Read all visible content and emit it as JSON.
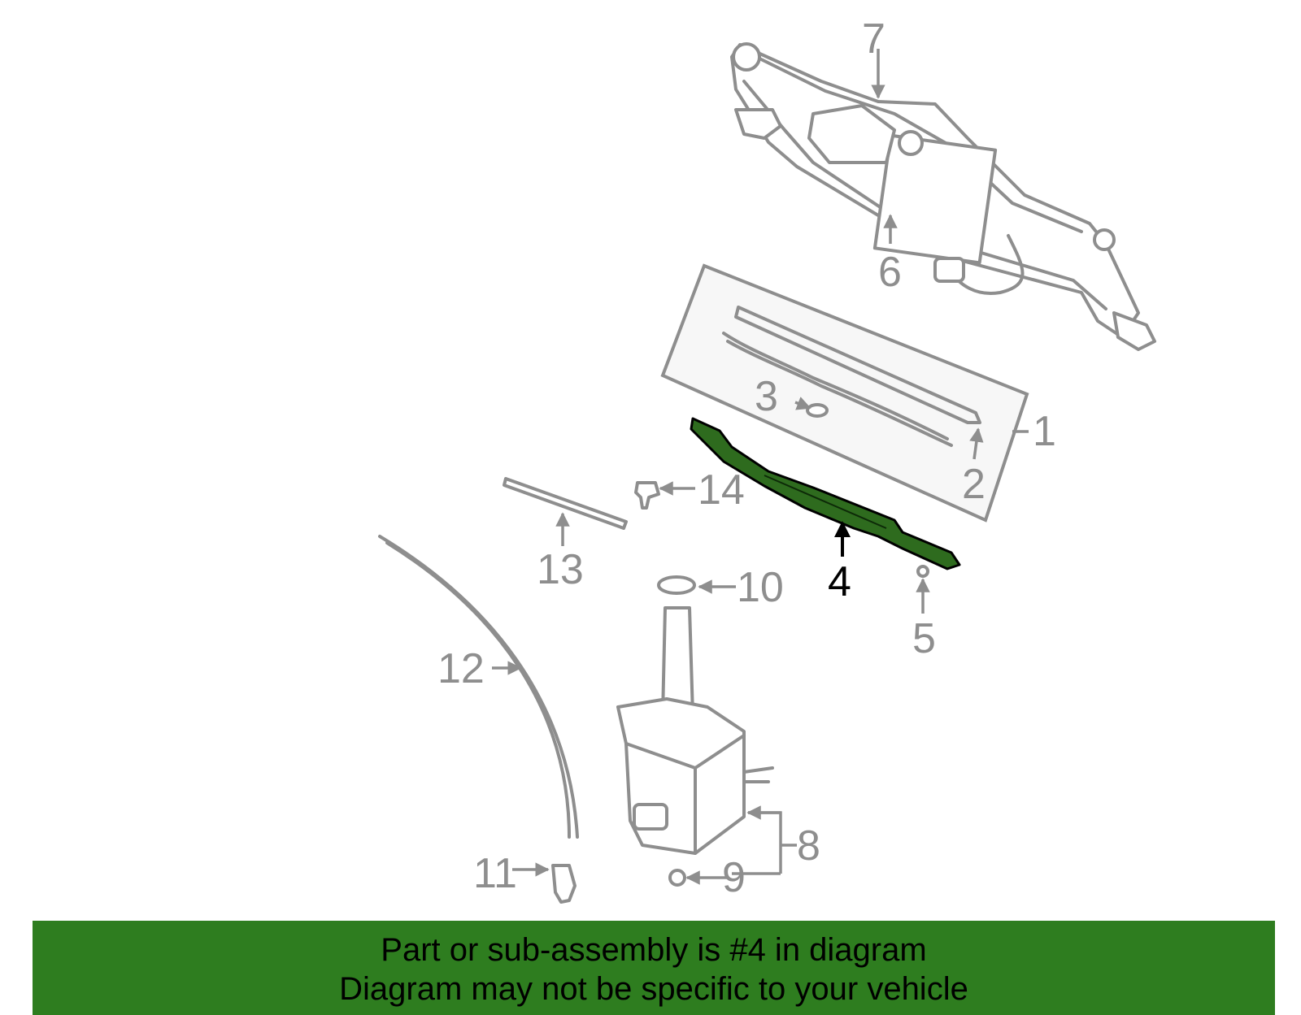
{
  "colors": {
    "part_stroke": "#8e8e8e",
    "highlight_fill": "#2e6b1e",
    "highlight_stroke": "#000000",
    "banner_bg": "#2e7d1f",
    "banner_text": "#000000"
  },
  "diagram": {
    "highlighted_part": "4",
    "callouts": [
      {
        "id": "1",
        "label": "1"
      },
      {
        "id": "2",
        "label": "2"
      },
      {
        "id": "3",
        "label": "3"
      },
      {
        "id": "4",
        "label": "4"
      },
      {
        "id": "5",
        "label": "5"
      },
      {
        "id": "6",
        "label": "6"
      },
      {
        "id": "7",
        "label": "7"
      },
      {
        "id": "8",
        "label": "8"
      },
      {
        "id": "9",
        "label": "9"
      },
      {
        "id": "10",
        "label": "10"
      },
      {
        "id": "11",
        "label": "11"
      },
      {
        "id": "12",
        "label": "12"
      },
      {
        "id": "13",
        "label": "13"
      },
      {
        "id": "14",
        "label": "14"
      }
    ]
  },
  "banner": {
    "line1": "Part or sub-assembly is #4 in diagram",
    "line2": "Diagram may not be specific to your vehicle"
  }
}
